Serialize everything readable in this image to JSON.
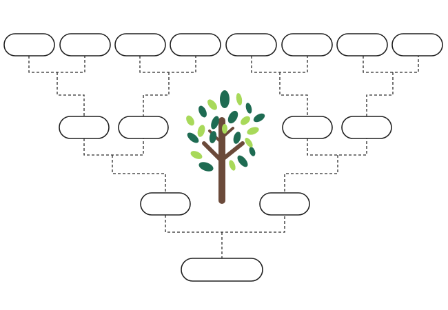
{
  "diagram": {
    "type": "family-tree-template",
    "generations": 4,
    "colors": {
      "box_stroke": "#1f1f1f",
      "box_fill": "#ffffff",
      "connector": "#2a2a2a",
      "trunk": "#6b4a3a",
      "leaf_dark": "#1e6b52",
      "leaf_light": "#a8d95a"
    },
    "center_icon": "tree-icon",
    "boxes": [
      {
        "id": "self",
        "generation": 1,
        "label": ""
      },
      {
        "id": "parent-1",
        "generation": 2,
        "label": ""
      },
      {
        "id": "parent-2",
        "generation": 2,
        "label": ""
      },
      {
        "id": "grandparent-1",
        "generation": 3,
        "label": ""
      },
      {
        "id": "grandparent-2",
        "generation": 3,
        "label": ""
      },
      {
        "id": "grandparent-3",
        "generation": 3,
        "label": ""
      },
      {
        "id": "grandparent-4",
        "generation": 3,
        "label": ""
      },
      {
        "id": "great-grandparent-1",
        "generation": 4,
        "label": ""
      },
      {
        "id": "great-grandparent-2",
        "generation": 4,
        "label": ""
      },
      {
        "id": "great-grandparent-3",
        "generation": 4,
        "label": ""
      },
      {
        "id": "great-grandparent-4",
        "generation": 4,
        "label": ""
      },
      {
        "id": "great-grandparent-5",
        "generation": 4,
        "label": ""
      },
      {
        "id": "great-grandparent-6",
        "generation": 4,
        "label": ""
      },
      {
        "id": "great-grandparent-7",
        "generation": 4,
        "label": ""
      },
      {
        "id": "great-grandparent-8",
        "generation": 4,
        "label": ""
      }
    ]
  }
}
